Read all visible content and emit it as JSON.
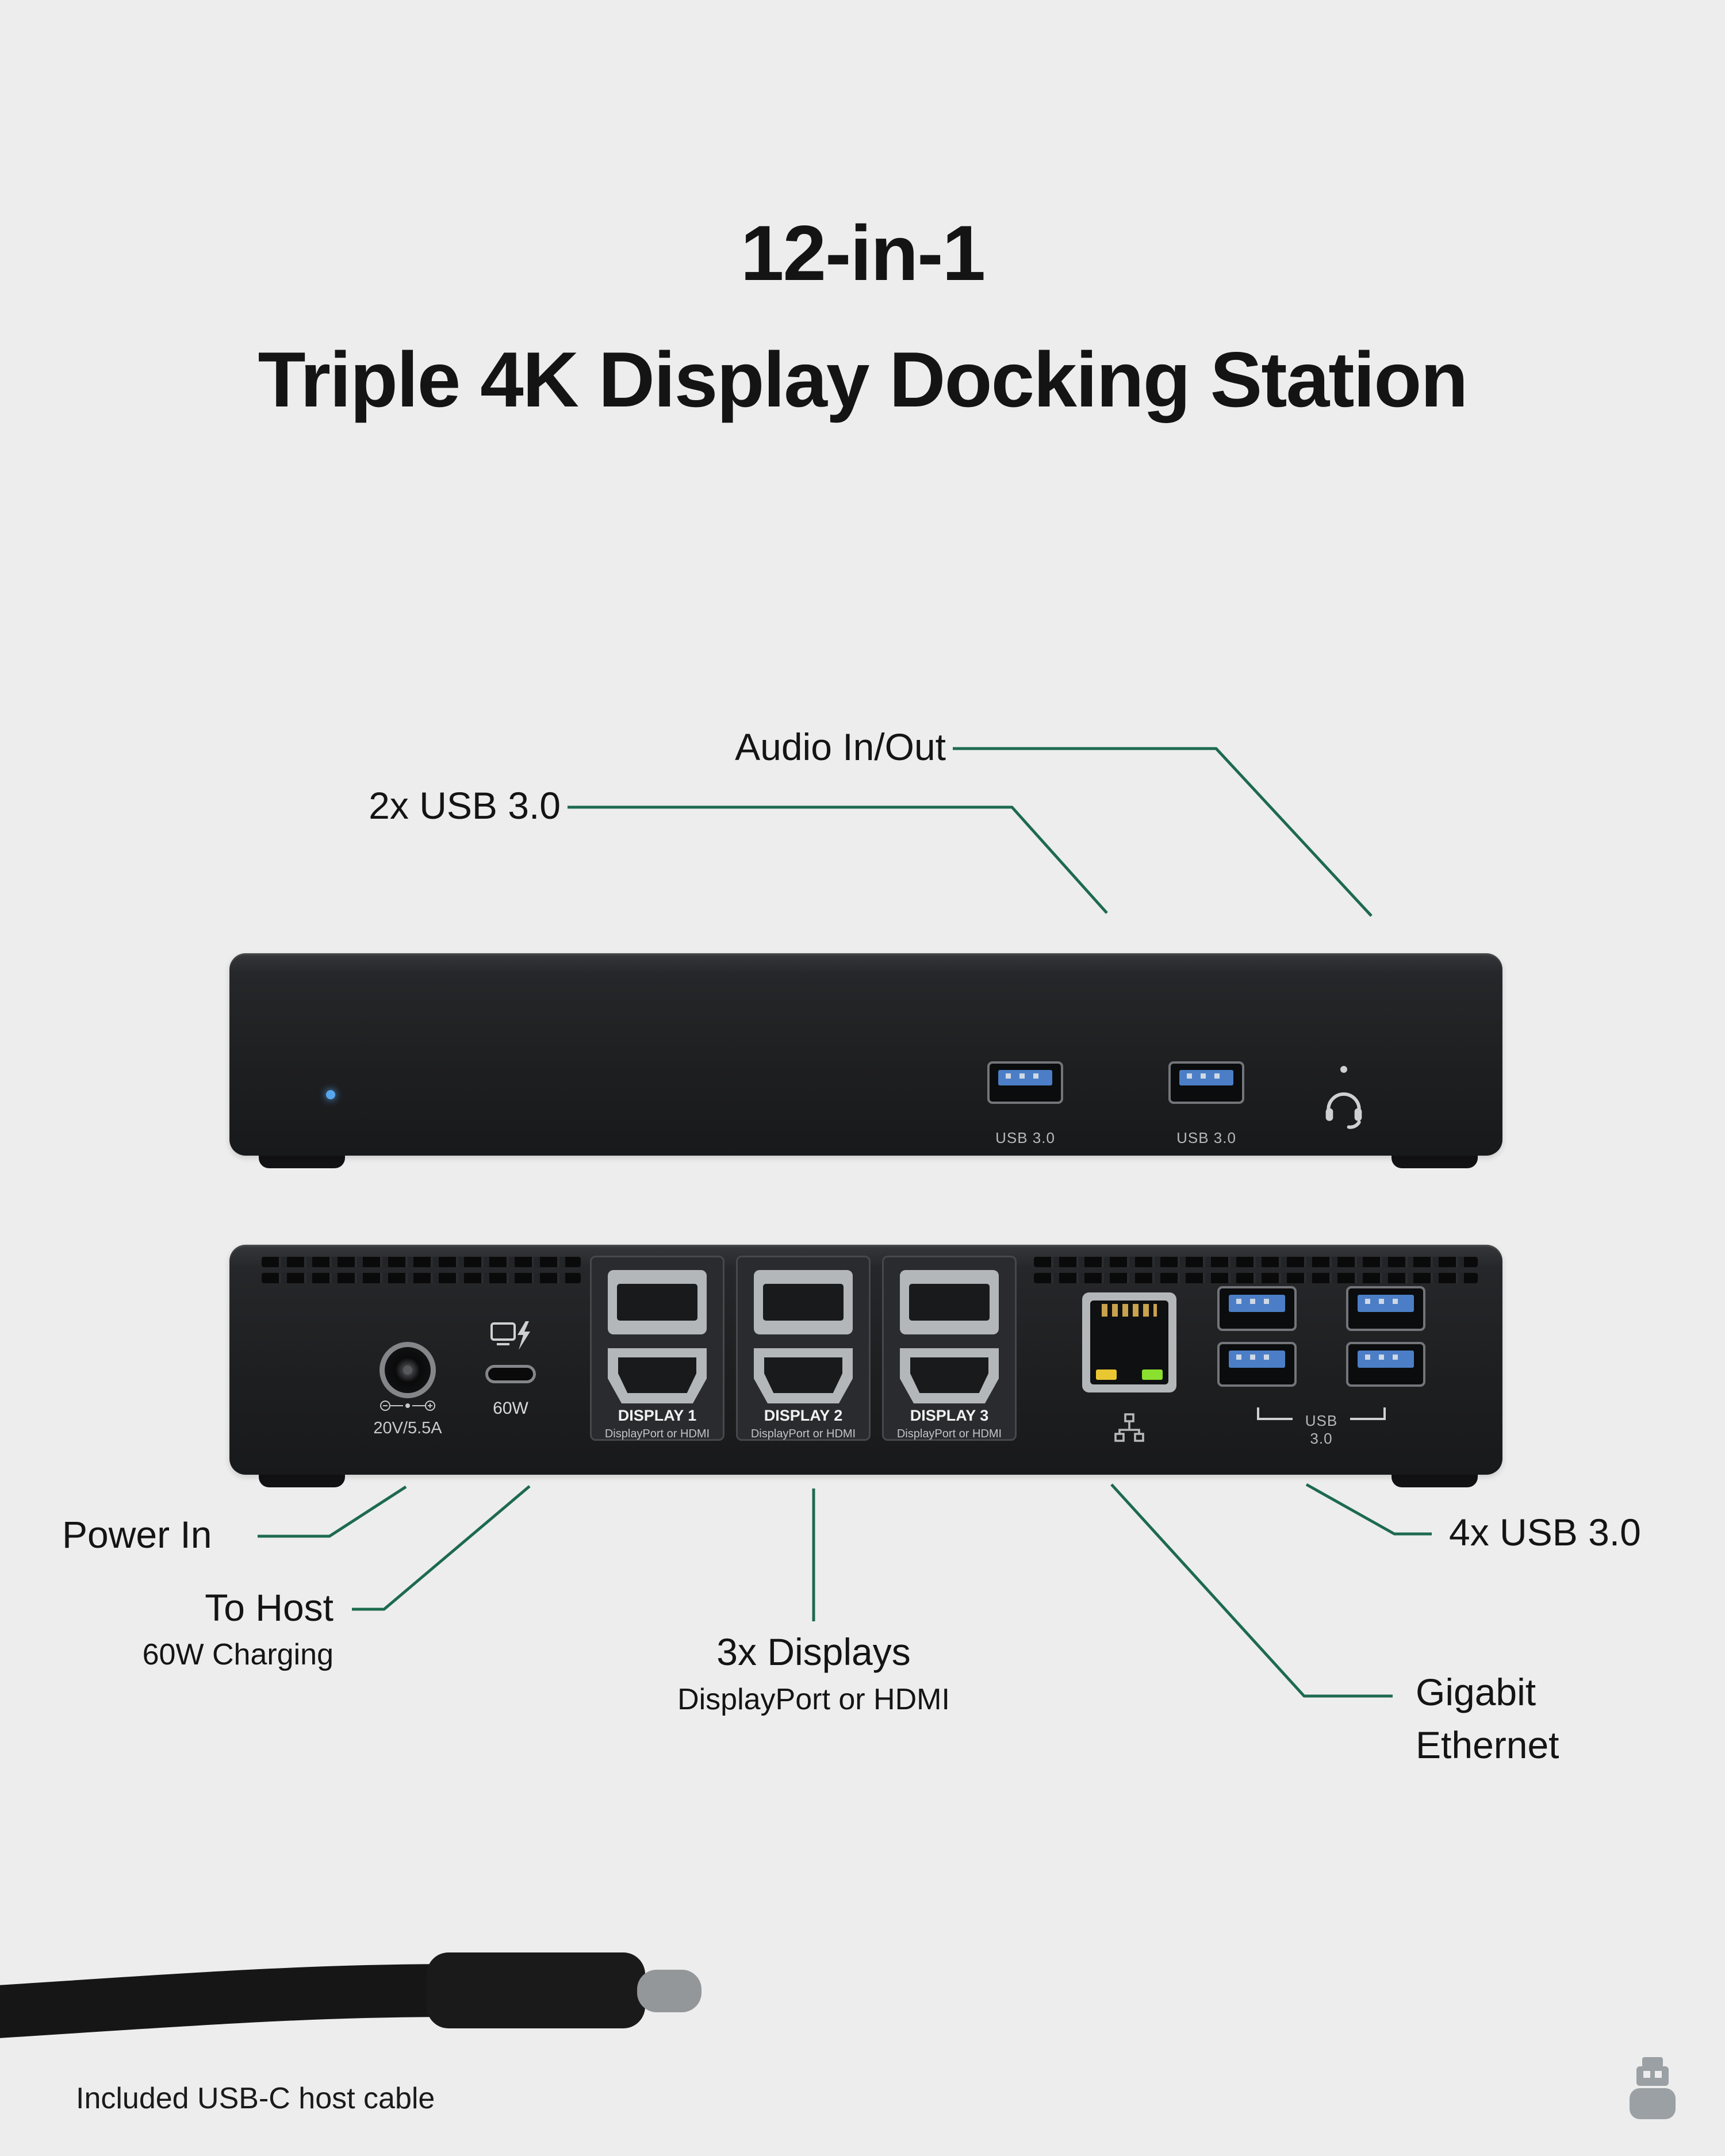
{
  "page": {
    "background": "#ededed",
    "title_line1": "12-in-1",
    "title_line2": "Triple 4K Display Docking Station"
  },
  "colors": {
    "callout_green": "#1d6a4f",
    "usb_blue": "#4b7ec6",
    "power_led_blue": "#58a7ee",
    "ethernet_led_yellow": "#e9c733",
    "ethernet_led_green": "#8be02f",
    "dock_black": "#1e1f21"
  },
  "callouts": {
    "audio": "Audio In/Out",
    "front_usb": "2x USB 3.0",
    "power_in": "Power In",
    "to_host": "To Host",
    "to_host_sub": "60W Charging",
    "displays": "3x Displays",
    "displays_sub": "DisplayPort or HDMI",
    "rear_usb": "4x USB 3.0",
    "ethernet_line1": "Gigabit",
    "ethernet_line2": "Ethernet"
  },
  "front_panel": {
    "usb_ports": [
      {
        "label": "USB 3.0"
      },
      {
        "label": "USB 3.0"
      }
    ],
    "icons": {
      "power_led": "power-led",
      "audio_jack": "headset-icon"
    }
  },
  "rear_panel": {
    "power_rating": "20V/5.5A",
    "host_port_label": "60W",
    "displays": [
      {
        "title": "DISPLAY 1",
        "sub": "DisplayPort or HDMI"
      },
      {
        "title": "DISPLAY 2",
        "sub": "DisplayPort or HDMI"
      },
      {
        "title": "DISPLAY 3",
        "sub": "DisplayPort or HDMI"
      }
    ],
    "usb_group_label": "USB 3.0",
    "icons": {
      "polarity": "polarity-icon",
      "host_charging": "laptop-charging-icon",
      "ethernet": "ethernet-network-icon"
    }
  },
  "footer": {
    "cable_caption": "Included USB-C host cable",
    "logo": "usb-plug-logo"
  }
}
